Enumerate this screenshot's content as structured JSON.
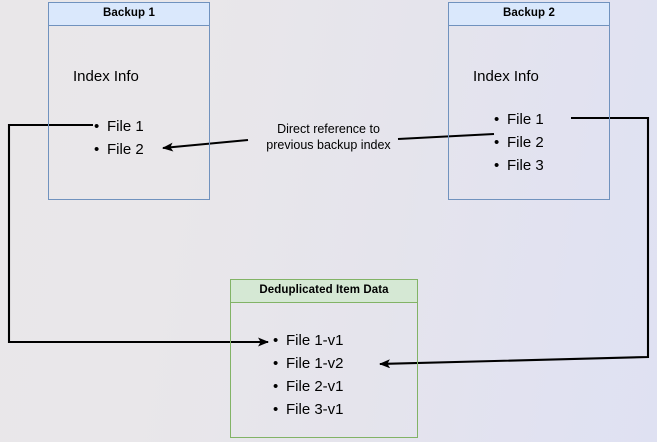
{
  "diagram": {
    "title_backup1": "Backup 1",
    "title_backup2": "Backup 2",
    "title_dedup": "Deduplicated Item Data",
    "index_info_label": "Index Info",
    "edge_label": "Direct reference to\nprevious backup index",
    "backup1": {
      "header": "Backup 1",
      "body_label": "Index Info",
      "files": [
        "File 1",
        "File 2"
      ]
    },
    "backup2": {
      "header": "Backup 2",
      "body_label": "Index Info",
      "files": [
        "File 1",
        "File 2",
        "File 3"
      ]
    },
    "dedup": {
      "header": "Deduplicated Item Data",
      "files": [
        "File 1-v1",
        "File 1-v2",
        "File 2-v1",
        "File 3-v1"
      ]
    },
    "colors": {
      "blue_border": "#7092be",
      "blue_fill": "#dae8fc",
      "green_border": "#82b366",
      "green_fill": "#d5e8d4",
      "edge": "#000000",
      "background_left": "#e9e7e9",
      "background_right": "#dfe1f2"
    }
  }
}
